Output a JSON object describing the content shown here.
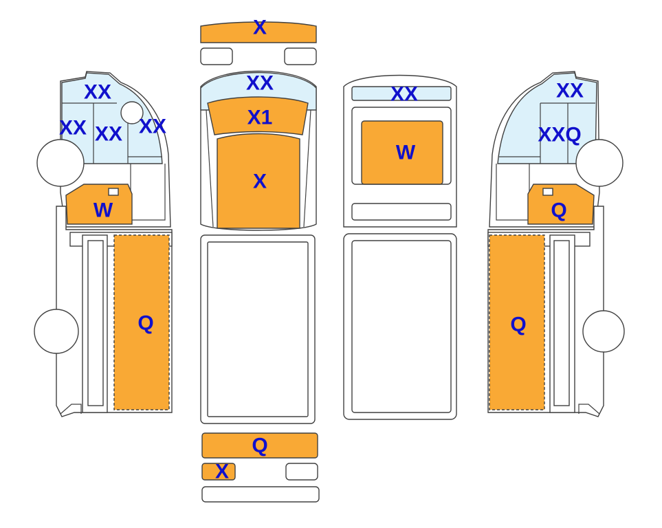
{
  "colors": {
    "orange": "#F9A935",
    "light_blue": "#DCF1FA",
    "label": "#1010CC",
    "outline": "#404040"
  },
  "labels": {
    "left_window_top": "XX",
    "left_window_left": "XX",
    "left_window_mid": "XX",
    "left_window_right": "XX",
    "left_door": "W",
    "left_body": "Q",
    "top_bumper": "X",
    "top_windshield": "XX",
    "top_hood": "X1",
    "top_roof": "X",
    "top_rear": "Q",
    "top_rear_small": "X",
    "front_windshield": "XX",
    "front_grille": "W",
    "right_window_top": "XX",
    "right_window_mid": "XXQ",
    "right_door": "Q",
    "right_body": "Q"
  }
}
